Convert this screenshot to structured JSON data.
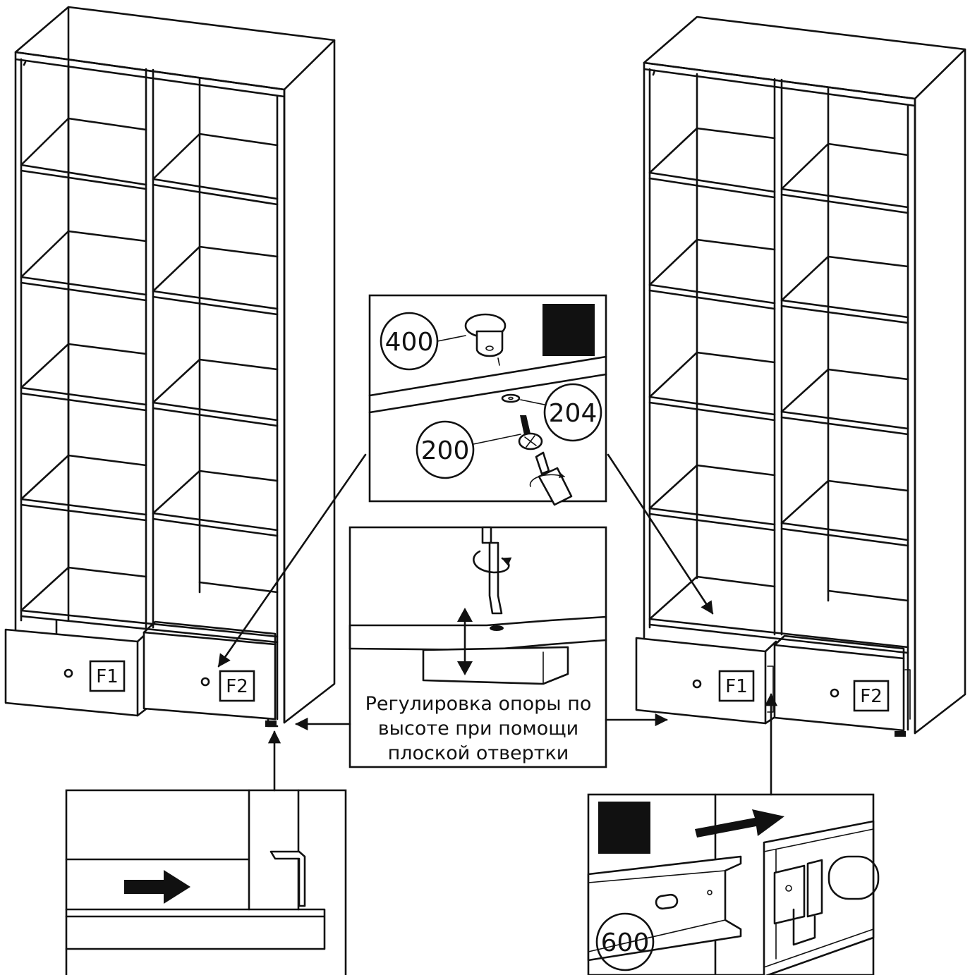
{
  "cabinet_left": {
    "drawer_left_label": "F1",
    "drawer_right_label": "F2"
  },
  "cabinet_right": {
    "drawer_left_label": "F1",
    "drawer_right_label": "F2"
  },
  "detail_foot": {
    "part_foot": "400",
    "part_washer": "204",
    "part_screw": "200"
  },
  "detail_adjust": {
    "caption": [
      "Регулировка опоры по",
      "высоте при помощи",
      "плоской отвертки"
    ]
  },
  "detail_slide": {
    "part_rail": "600"
  }
}
